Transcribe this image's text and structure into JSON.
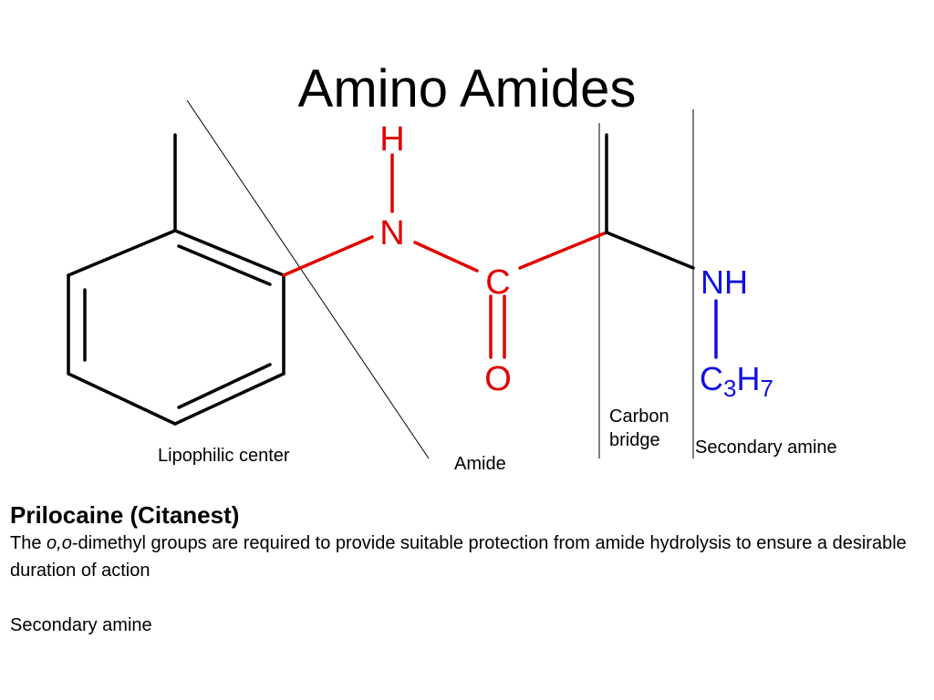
{
  "slide": {
    "title": "Amino Amides"
  },
  "molecule": {
    "atom_h": "H",
    "atom_n": "N",
    "atom_c": "C",
    "atom_o": "O",
    "atom_nh": "NH",
    "alkyl_c": "C",
    "alkyl_c_sub": "3",
    "alkyl_h": "H",
    "alkyl_h_sub": "7",
    "colors": {
      "bond_black": "#000000",
      "amide_red": "#e00000",
      "amine_blue": "#1010e0"
    }
  },
  "labels": {
    "lipophilic": "Lipophilic center",
    "amide": "Amide",
    "carbon_bridge_line1": "Carbon",
    "carbon_bridge_line2": "bridge",
    "secondary_amine": "Secondary amine"
  },
  "info": {
    "drug_name": "Prilocaine (Citanest)",
    "desc_prefix": "The ",
    "desc_italic": "o,o",
    "desc_suffix": "-dimethyl groups are required to provide suitable protection from amide hydrolysis to ensure a desirable duration of action",
    "footnote": "Secondary amine"
  }
}
